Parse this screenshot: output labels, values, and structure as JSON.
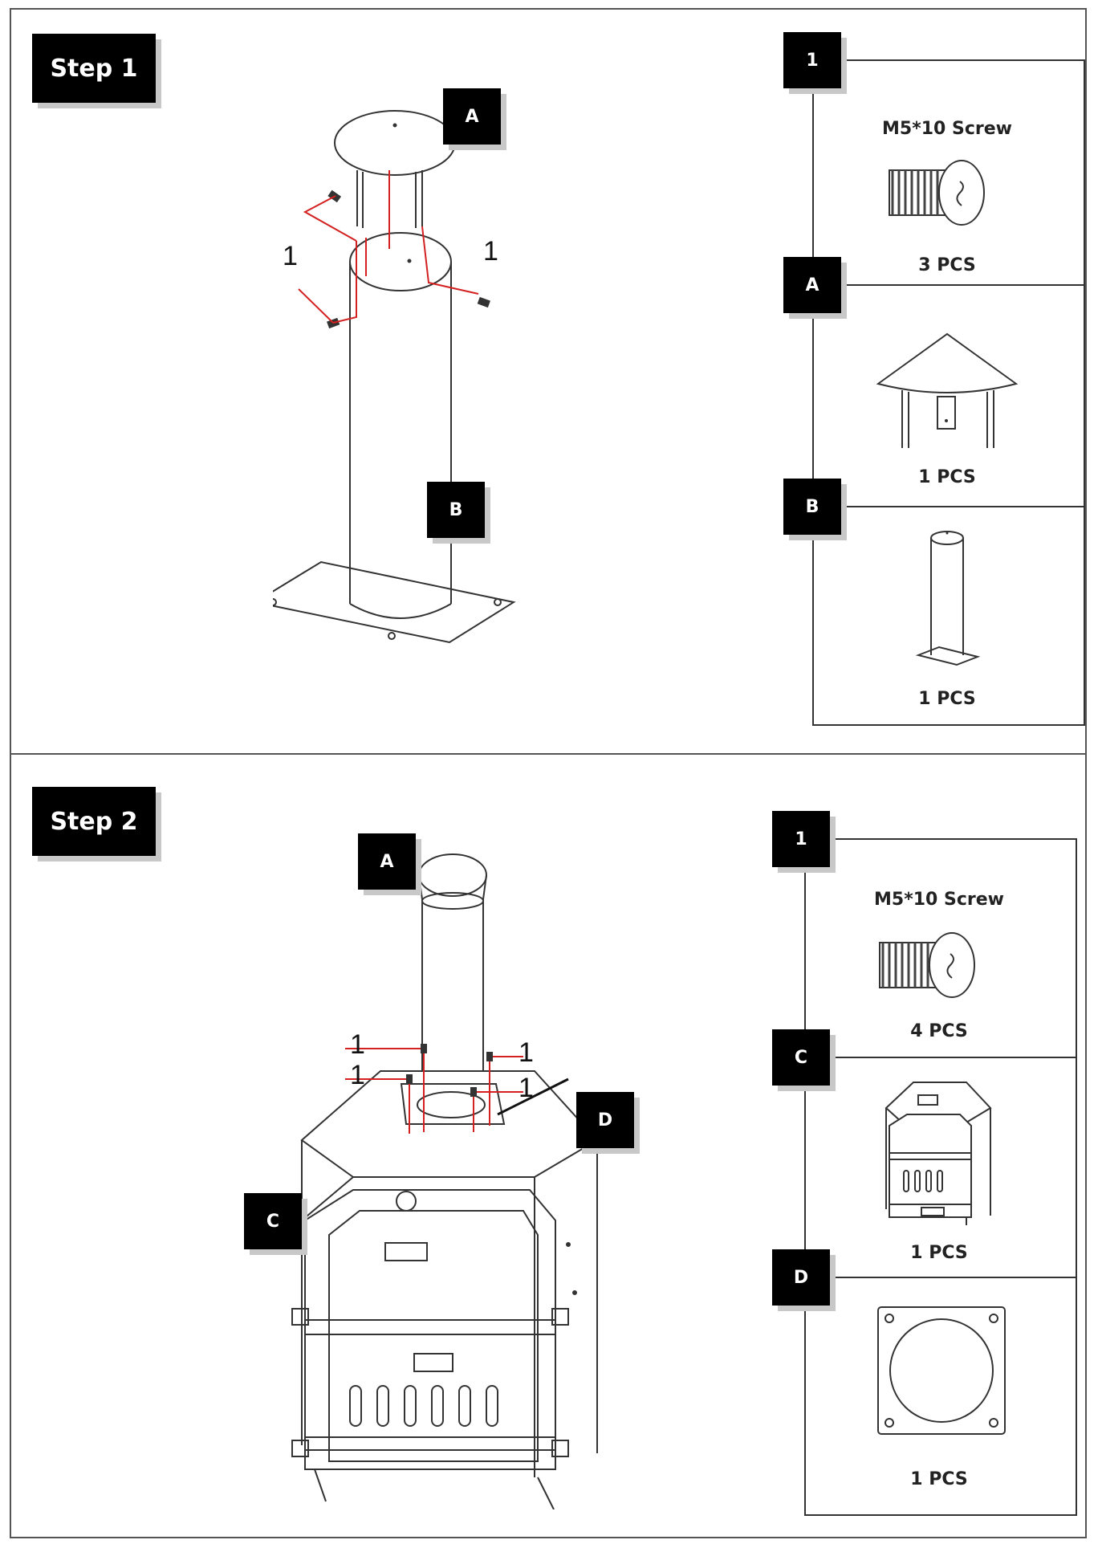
{
  "step1": {
    "title": "Step 1",
    "labels": {
      "A": "A",
      "B": "B",
      "screw_left": "1",
      "screw_right": "1"
    },
    "parts": [
      {
        "id": "1",
        "name": "M5*10 Screw",
        "qty": "3 PCS",
        "icon": "screw-icon"
      },
      {
        "id": "A",
        "name": "",
        "qty": "1 PCS",
        "icon": "chimney-cap-icon"
      },
      {
        "id": "B",
        "name": "",
        "qty": "1 PCS",
        "icon": "chimney-pipe-icon"
      }
    ]
  },
  "step2": {
    "title": "Step 2",
    "labels": {
      "A": "A",
      "C": "C",
      "D": "D",
      "screw1": "1",
      "screw2": "1",
      "screw3": "1",
      "screw4": "1"
    },
    "parts": [
      {
        "id": "1",
        "name": "M5*10 Screw",
        "qty": "4 PCS",
        "icon": "screw-icon"
      },
      {
        "id": "C",
        "name": "",
        "qty": "1 PCS",
        "icon": "oven-icon"
      },
      {
        "id": "D",
        "name": "",
        "qty": "1 PCS",
        "icon": "flange-plate-icon"
      }
    ]
  },
  "colors": {
    "pointer_lines": "#d42020",
    "tag_background": "#000000",
    "line_art": "#333333"
  }
}
